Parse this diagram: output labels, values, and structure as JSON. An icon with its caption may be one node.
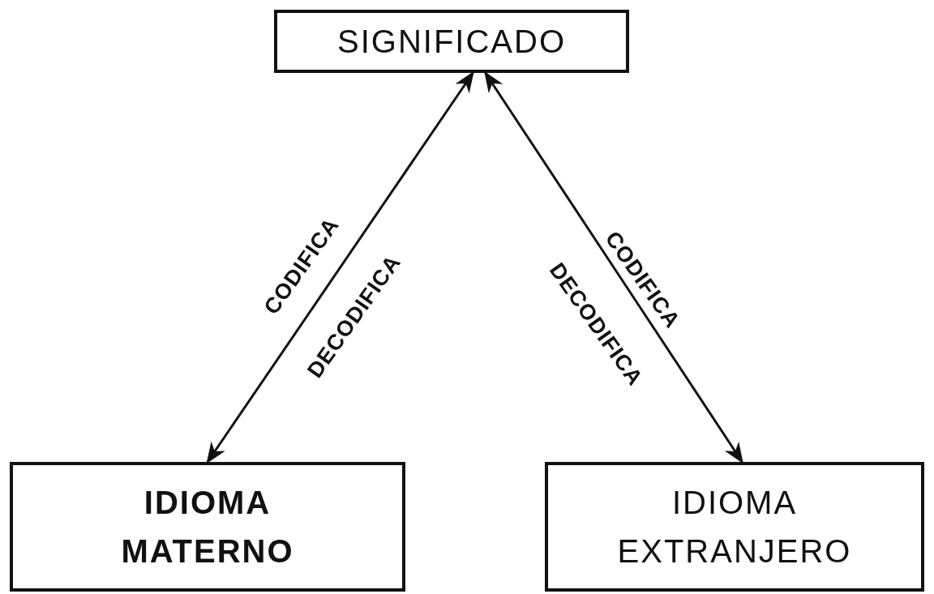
{
  "diagram": {
    "nodes": [
      {
        "text": [
          "SIGNIFICADO"
        ]
      },
      {
        "text": [
          "IDIOMA MATERNO"
        ]
      },
      {
        "text": [
          "IDIOMA EXTRANJERO"
        ]
      }
    ],
    "edges": [
      {
        "from": 0,
        "to": 1,
        "arrow": "both",
        "label": "CODIFICA"
      },
      {
        "from": 0,
        "to": 2,
        "arrow": "both",
        "label": "CODIFICA"
      }
    ],
    "labels": [
      "DECODIFICA",
      "DECODIFICA"
    ]
  }
}
